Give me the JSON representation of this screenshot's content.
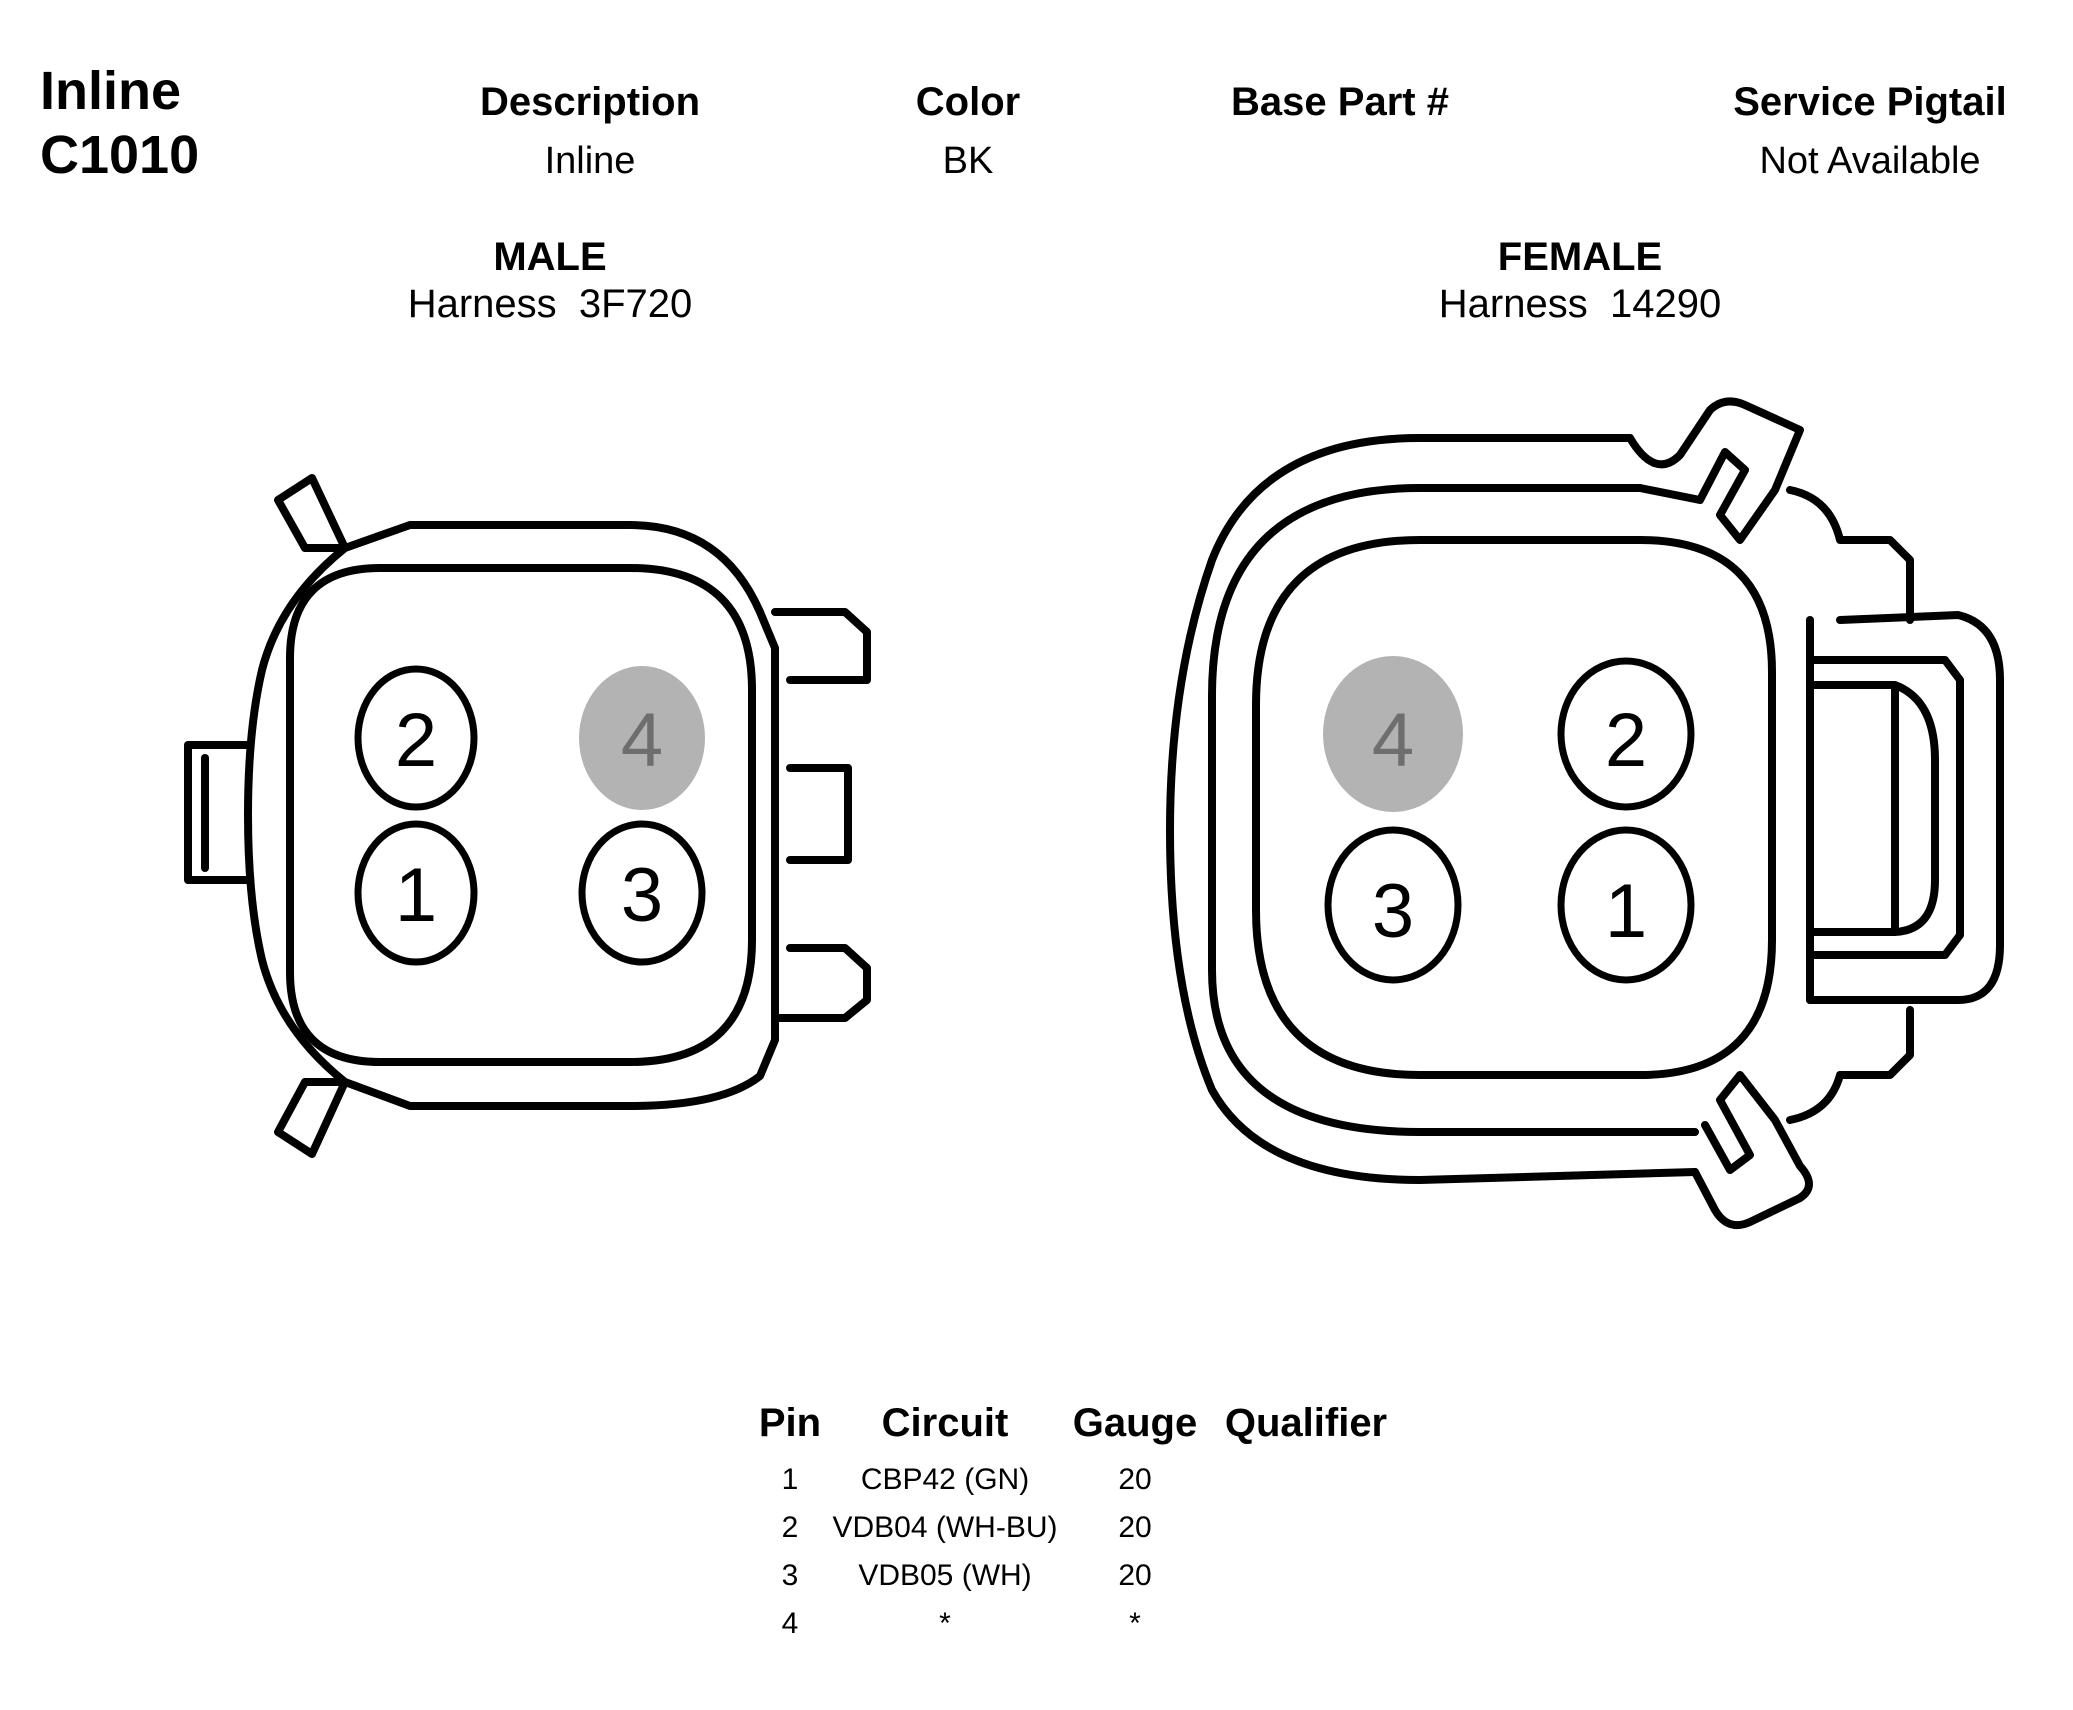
{
  "connector": {
    "location": "Inline",
    "id": "C1010"
  },
  "info": {
    "description_label": "Description",
    "description_value": "Inline",
    "color_label": "Color",
    "color_value": "BK",
    "base_part_label": "Base Part #",
    "base_part_value": "",
    "service_pigtail_label": "Service Pigtail",
    "service_pigtail_value": "Not Available"
  },
  "male": {
    "label": "MALE",
    "harness": "Harness  3F720",
    "pins": [
      "2",
      "4",
      "1",
      "3"
    ],
    "inactive_pin": "4"
  },
  "female": {
    "label": "FEMALE",
    "harness": "Harness  14290",
    "pins": [
      "4",
      "2",
      "3",
      "1"
    ],
    "inactive_pin": "4"
  },
  "pin_table": {
    "headers": {
      "pin": "Pin",
      "circuit": "Circuit",
      "gauge": "Gauge",
      "qualifier": "Qualifier"
    },
    "rows": [
      {
        "pin": "1",
        "circuit": "CBP42 (GN)",
        "gauge": "20",
        "qualifier": ""
      },
      {
        "pin": "2",
        "circuit": "VDB04 (WH-BU)",
        "gauge": "20",
        "qualifier": ""
      },
      {
        "pin": "3",
        "circuit": "VDB05 (WH)",
        "gauge": "20",
        "qualifier": ""
      },
      {
        "pin": "4",
        "circuit": "*",
        "gauge": "*",
        "qualifier": ""
      }
    ]
  },
  "colors": {
    "line": "#000000",
    "inactive_pin_fill": "#b3b3b3",
    "inactive_pin_text": "#6e6e6e"
  }
}
